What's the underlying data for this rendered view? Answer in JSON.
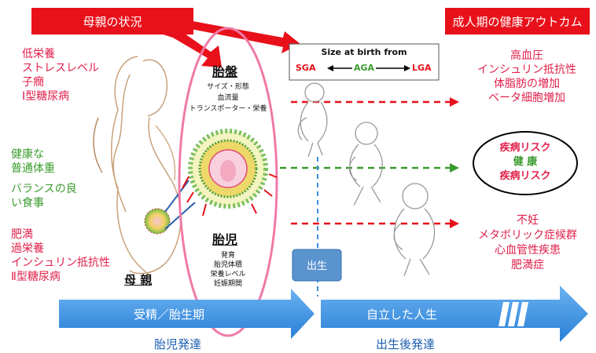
{
  "header": {
    "left_label": "母親の状況",
    "right_label": "成人期の健康アウトカム"
  },
  "mother": {
    "group1": [
      "低栄養",
      "ストレスレベル",
      "子癇",
      "Ⅰ型糖尿病"
    ],
    "group2": [
      "健康な",
      "普通体重",
      "バランスの良",
      "い食事"
    ],
    "group3": [
      "肥満",
      "過栄養",
      "インシュリン抵抗性",
      "Ⅱ型糖尿病"
    ],
    "label": "母 親"
  },
  "placenta": {
    "title": "胎盤",
    "items": [
      "サイズ・形態",
      "血流量",
      "トランスポーター・栄養"
    ]
  },
  "fetus": {
    "title": "胎児",
    "items": [
      "発育",
      "胎児体積",
      "栄養レベル",
      "妊娠期間"
    ]
  },
  "birth_size": {
    "title": "Size at birth from",
    "sga": "SGA",
    "aga": "AGA",
    "lga": "LGA"
  },
  "outcomes": {
    "top": [
      "高血圧",
      "インシュリン抵抗性",
      "体脂肪の増加",
      "ベータ細胞増加"
    ],
    "middle": [
      "疾病リスク",
      "健 康",
      "疾病リスク"
    ],
    "bottom": [
      "不妊",
      "メタボリック症候群",
      "心血管性疾患",
      "肥満症"
    ]
  },
  "timeline": {
    "birth": "出生",
    "prenatal": "受精／胎生期",
    "postnatal": "自立した人生",
    "prenatal_dev": "胎児発達",
    "postnatal_dev": "出生後発達"
  },
  "colors": {
    "red": "#e8101a",
    "pink": "#e0204a",
    "green": "#3a9a2e",
    "blue": "#3a8ee0"
  }
}
